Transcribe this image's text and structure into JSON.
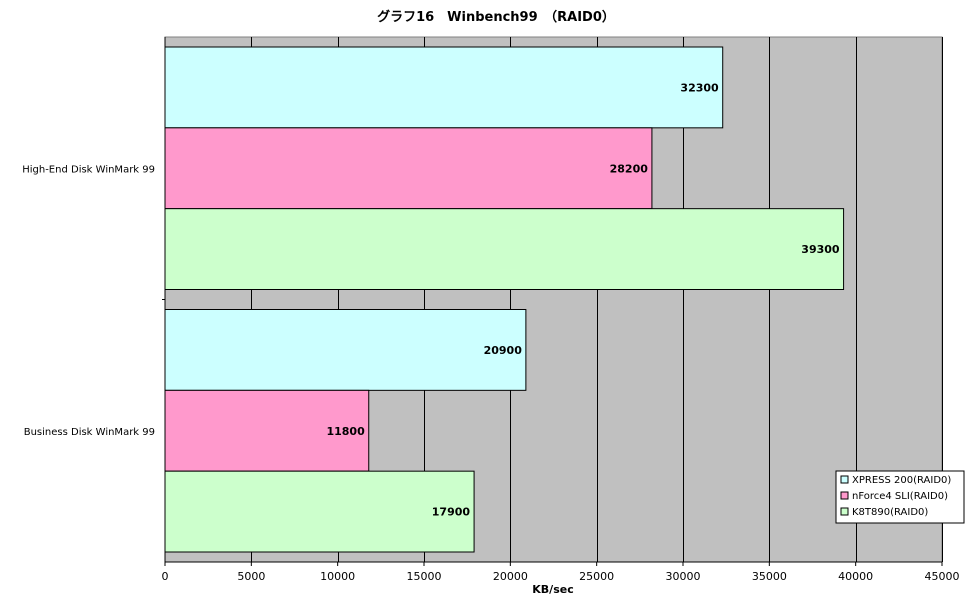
{
  "chart_data": {
    "type": "bar",
    "orientation": "horizontal",
    "title": "グラフ16　Winbench99　（RAID0）",
    "xlabel": "KB/sec",
    "ylabel": "",
    "xlim": [
      0,
      45000
    ],
    "x_ticks": [
      0,
      5000,
      10000,
      15000,
      20000,
      25000,
      30000,
      35000,
      40000,
      45000
    ],
    "categories": [
      "High-End Disk WinMark 99",
      "Business Disk WinMark 99"
    ],
    "series": [
      {
        "name": "XPRESS 200(RAID0)",
        "color": "#ccffff",
        "values": [
          32300,
          20900
        ]
      },
      {
        "name": "nForce4 SLI(RAID0)",
        "color": "#ff99cc",
        "values": [
          28200,
          11800
        ]
      },
      {
        "name": "K8T890(RAID0)",
        "color": "#ccffcc",
        "values": [
          39300,
          17900
        ]
      }
    ],
    "plot_background": "#c0c0c0",
    "grid": true,
    "legend_position": "bottom-right",
    "data_labels": true
  }
}
